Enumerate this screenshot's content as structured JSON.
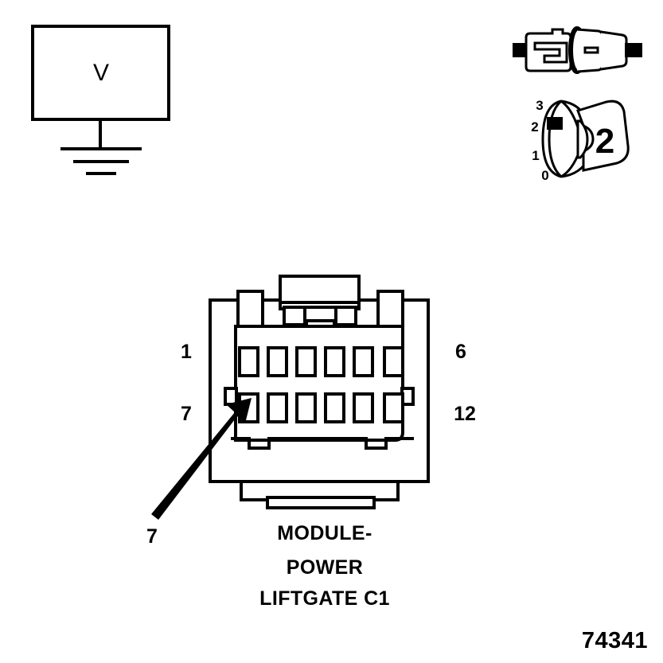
{
  "figure": {
    "number": "74341",
    "background_color": "#ffffff",
    "line_color": "#000000"
  },
  "voltmeter": {
    "symbol_label": "V",
    "name": "voltmeter-with-ground"
  },
  "ground_symbol": {
    "bars": 3
  },
  "connector_tool_icon": {
    "name": "connector-plug-socket-icon",
    "description": "mating connector halves"
  },
  "probe_tool": {
    "scale_labels": [
      "3",
      "2",
      "1",
      "0"
    ],
    "tool_number": "2"
  },
  "connector": {
    "name": "MODULE-POWER LIFTGATE C1",
    "caption_lines": [
      "MODULE-",
      "POWER",
      "LIFTGATE C1"
    ],
    "cavity_count": 12,
    "rows": 2,
    "columns": 6,
    "pin_labels": {
      "top_left": "1",
      "top_right": "6",
      "bottom_left": "7",
      "bottom_right": "12"
    }
  },
  "callout": {
    "label": "7",
    "points_to_cavity": "7"
  }
}
